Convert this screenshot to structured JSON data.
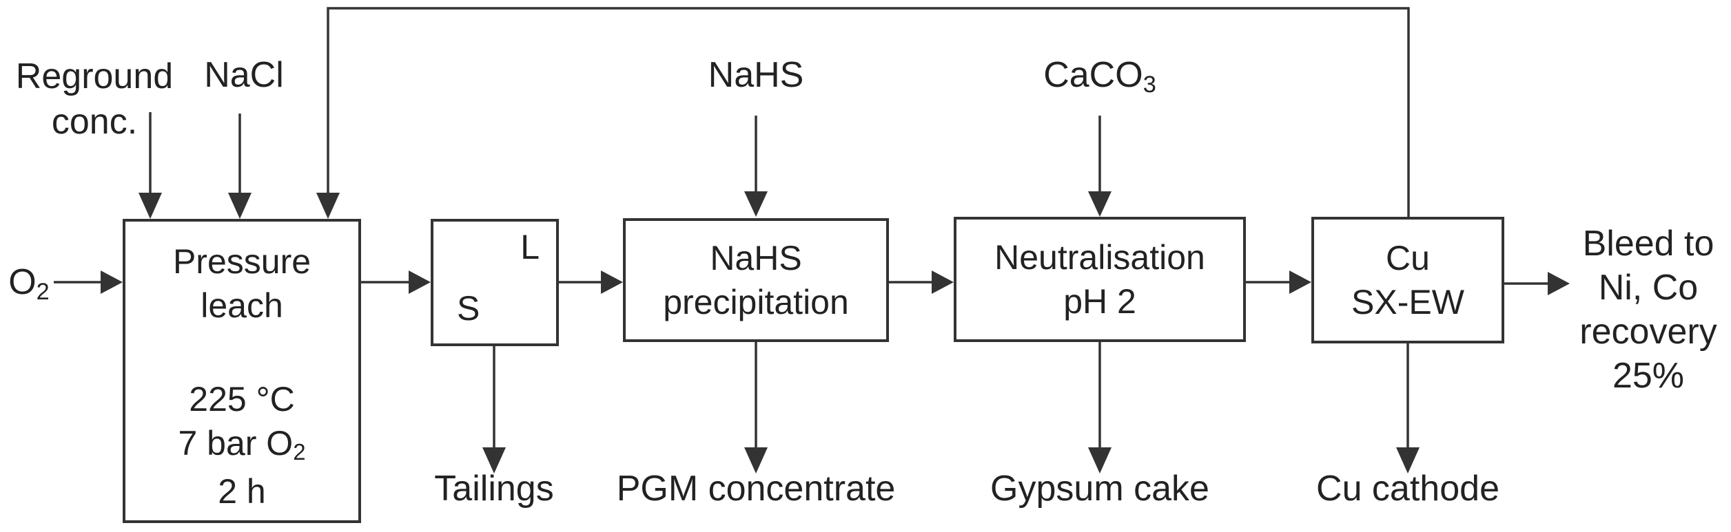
{
  "diagram": {
    "inputs": {
      "reground": {
        "line1": "Reground",
        "line2": "conc."
      },
      "nacl": "NaCl",
      "o2": {
        "base": "O",
        "sub": "2"
      },
      "nahs_reagent": "NaHS",
      "caco3": {
        "base": "CaCO",
        "sub": "3"
      }
    },
    "processes": {
      "pressure_leach": {
        "name_line1": "Pressure",
        "name_line2": "leach",
        "condition1": "225 °C",
        "condition2_base": "7 bar O",
        "condition2_sub": "2",
        "condition3": "2 h"
      },
      "solid_liquid_separation": {
        "liquid": "L",
        "solid": "S"
      },
      "nahs_precipitation": {
        "line1": "NaHS",
        "line2": "precipitation"
      },
      "neutralisation": {
        "line1": "Neutralisation",
        "line2": "pH 2"
      },
      "cu_sx_ew": {
        "line1": "Cu",
        "line2": "SX-EW"
      }
    },
    "outputs": {
      "tailings": "Tailings",
      "pgm_concentrate": "PGM concentrate",
      "gypsum_cake": "Gypsum cake",
      "cu_cathode": "Cu cathode",
      "bleed": {
        "line1": "Bleed to",
        "line2": "Ni, Co",
        "line3": "recovery",
        "line4": "25%"
      }
    },
    "colors": {
      "line": "#333333",
      "text": "#222222",
      "background": "#ffffff"
    }
  }
}
